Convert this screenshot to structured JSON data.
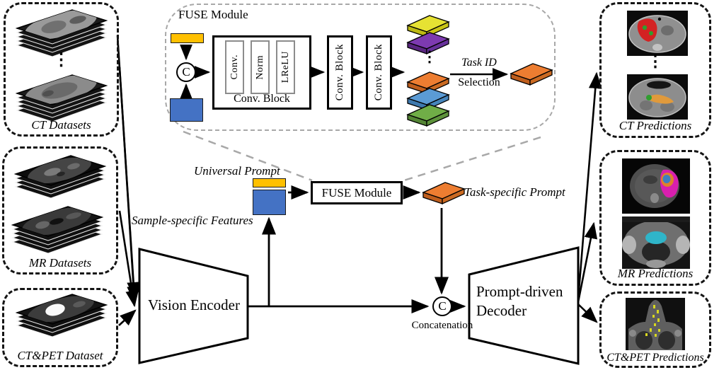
{
  "figure": {
    "inset": {
      "title": "FUSE Module",
      "conv_block": {
        "caption": "Conv. Block",
        "layers": [
          "Conv.",
          "Norm",
          "LReLU"
        ]
      },
      "conv_block_2": "Conv. Block",
      "conv_block_3": "Conv. Block",
      "concat_symbol": "C",
      "stack_dots": "⋮",
      "task_id": "Task ID",
      "selection": "Selection"
    },
    "flow": {
      "universal_prompt": "Universal Prompt",
      "sample_specific_features": "Sample-specific Features",
      "fuse_module": "FUSE Module",
      "task_specific_prompt": "Task-specific Prompt",
      "concat_symbol": "C",
      "concatenation": "Concatenation",
      "encoder": "Vision Encoder",
      "decoder_line1": "Prompt-driven",
      "decoder_line2": "Decoder"
    },
    "datasets": [
      {
        "label": "CT Datasets"
      },
      {
        "label": "MR Datasets"
      },
      {
        "label": "CT&PET Dataset"
      }
    ],
    "predictions": [
      {
        "label": "CT Predictions"
      },
      {
        "label": "MR Predictions"
      },
      {
        "label": "CT&PET Predictions"
      }
    ],
    "dots": "⋮",
    "colors": {
      "universal_prompt_bar": "#FFC000",
      "sample_feature_block": "#4472C4",
      "task_prompt_top": "#ED7D31",
      "task_prompt_side": "#BF5E1D",
      "prompt_stack_tops": [
        "#E6E233",
        "#7D3AB0",
        "#ED7D31",
        "#5B9BD5",
        "#70AD47"
      ],
      "inset_border": "#A8A8A8",
      "outer_border": "#151515"
    }
  }
}
